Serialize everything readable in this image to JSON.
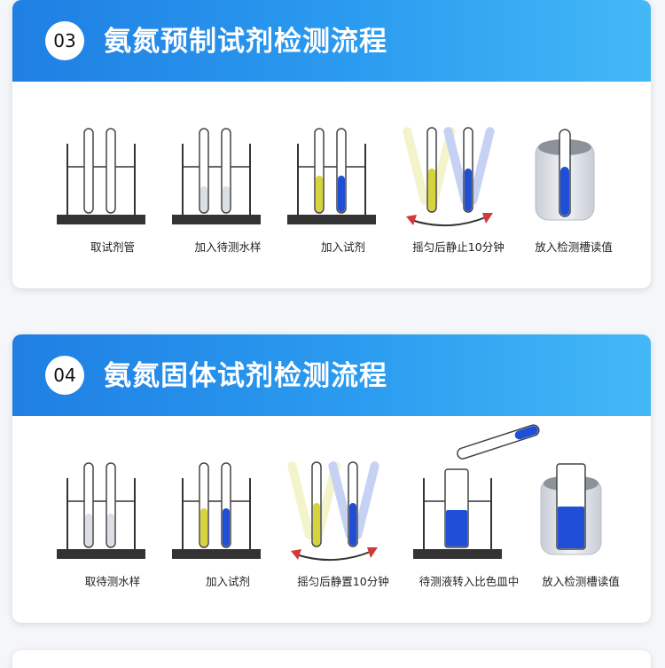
{
  "sections": [
    {
      "number": "03",
      "title": "氨氮预制试剂检测流程",
      "steps": [
        {
          "label": "取试剂管",
          "icon": "rack-empty-tubes-icon"
        },
        {
          "label": "加入待测水样",
          "icon": "rack-sample-tubes-icon"
        },
        {
          "label": "加入试剂",
          "icon": "rack-reagent-tubes-icon"
        },
        {
          "label": "摇匀后静止10分钟",
          "icon": "shake-tubes-icon"
        },
        {
          "label": "放入检测槽读值",
          "icon": "detection-slot-icon"
        }
      ]
    },
    {
      "number": "04",
      "title": "氨氮固体试剂检测流程",
      "steps": [
        {
          "label": "取待测水样",
          "icon": "rack-sample-tubes-icon"
        },
        {
          "label": "加入试剂",
          "icon": "rack-reagent-tubes-icon"
        },
        {
          "label": "摇匀后静置10分钟",
          "icon": "shake-tubes-icon"
        },
        {
          "label": "待测液转入比色皿中",
          "icon": "pour-into-cuvette-icon"
        },
        {
          "label": "放入检测槽读值",
          "icon": "detection-slot-icon"
        }
      ]
    }
  ],
  "colors": {
    "header_start": "#1f7fe3",
    "header_end": "#43b8f6",
    "reagent_yellow": "#d6d43a",
    "reagent_blue": "#1e4fd6",
    "sample_gray": "#dcdfe6",
    "rack_base": "#333333"
  }
}
